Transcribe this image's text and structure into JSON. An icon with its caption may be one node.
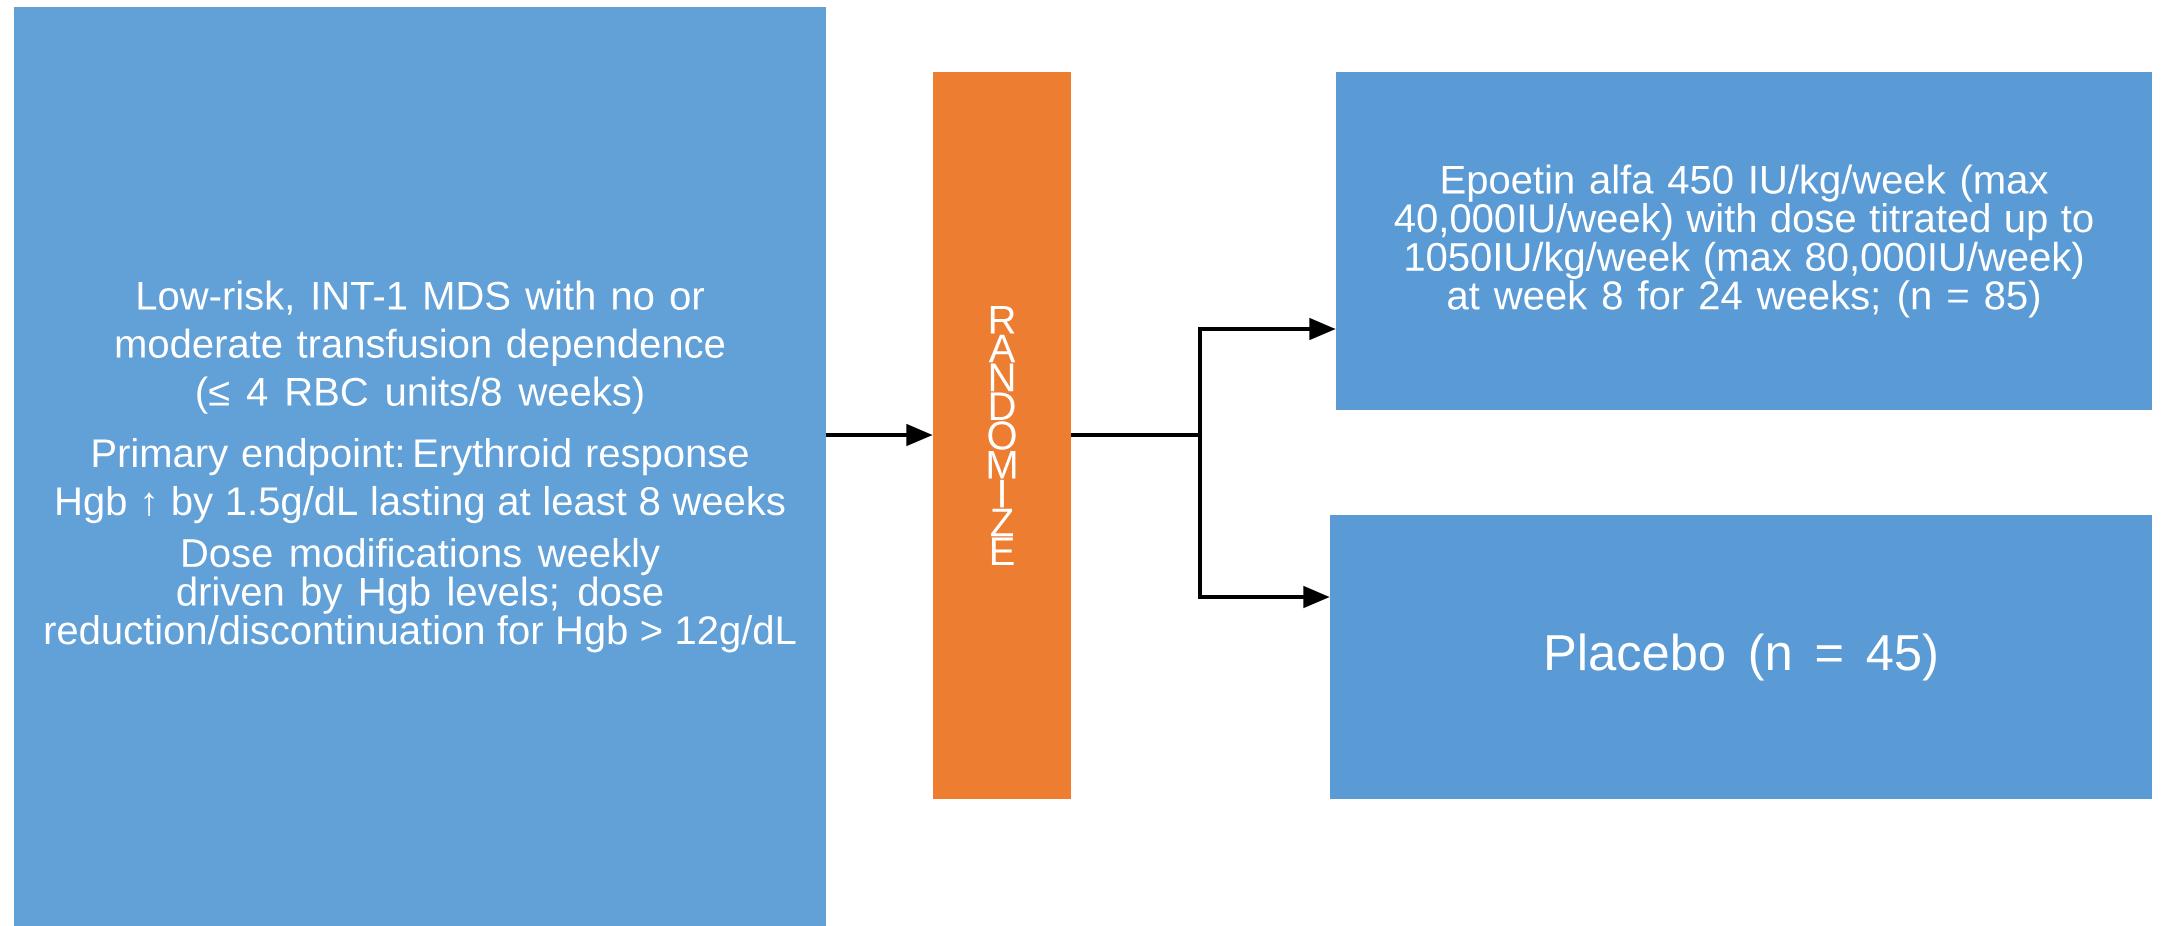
{
  "diagram": {
    "nodes": [
      {
        "text": [
          "Low-risk, INT-1 MDS with no or moderate transfusion dependence (≤ 4 RBC units/8 weeks)",
          "Primary endpoint: Erythroid response Hgb ↑ by 1.5g/dL lasting at least 8 weeks",
          "Dose modifications weekly driven by Hgb levels; dose reduction/discontinuation for Hgb > 12g/dL"
        ]
      },
      {
        "text": [
          "RANDOMIZE"
        ]
      },
      {
        "text": [
          "Epoetin alfa 450 IU/kg/week (max 40,000IU/week) with dose titrated up to 1050IU/kg/week (max 80,000IU/week) at week 8 for 24 weeks; (n = 85)"
        ]
      },
      {
        "text": [
          "Placebo (n = 45)"
        ]
      }
    ],
    "edges": [
      {
        "from": 0,
        "to": 1,
        "arrow": "to"
      },
      {
        "from": 1,
        "to": 2,
        "arrow": "to"
      },
      {
        "from": 1,
        "to": 3,
        "arrow": "to"
      }
    ]
  }
}
